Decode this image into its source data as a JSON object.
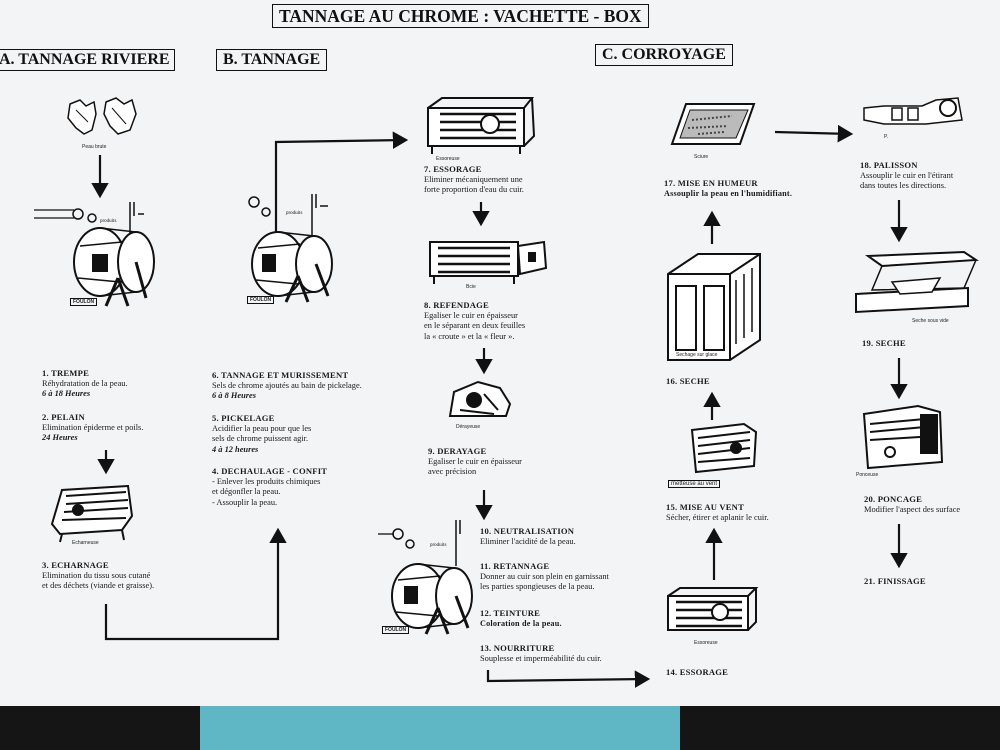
{
  "title": "TANNAGE AU CHROME : VACHETTE - BOX",
  "sections": {
    "a": "A. TANNAGE RIVIERE",
    "b": "B. TANNAGE",
    "c": "C. CORROYAGE"
  },
  "machine_labels": {
    "peau_brute": "Peau brute",
    "produits1": "produits",
    "foulon1": "FOULON",
    "produits2": "produits",
    "foulon2": "FOULON",
    "essoreuse1": "Essoreuse",
    "refendeuse": "Bcie",
    "derayeuse": "Dérayeuse",
    "echarneuse": "Echarneuse",
    "produits3": "produits",
    "foulon3": "FOULON",
    "essoreuse2": "Essoreuse",
    "metteuse": "metteuse au vent",
    "secheur_glace": "Sechage sur glace",
    "sciure": "Sciure",
    "palisson_lbl": "P.",
    "seche_vide": "Seche sous vide",
    "ponceuse": "Ponceuse"
  },
  "steps": {
    "s1": {
      "title": "1. TREMPE",
      "desc": "Réhydratation de la peau.",
      "time": "6 à 18 Heures"
    },
    "s2": {
      "title": "2. PELAIN",
      "desc": "Elimination épiderme et poils.",
      "time": "24 Heures"
    },
    "s3": {
      "title": "3. ECHARNAGE",
      "desc1": "Elimination du tissu sous cutané",
      "desc2": "et des déchets (viande et graisse)."
    },
    "s6": {
      "title": "6. TANNAGE ET MURISSEMENT",
      "desc": "Sels de chrome ajoutés au bain de pickelage.",
      "time": "6 à 8 Heures"
    },
    "s5": {
      "title": "5. PICKELAGE",
      "desc1": "Acidifier la peau pour que les",
      "desc2": "sels de chrome puissent agir.",
      "time": "4 à 12 heures"
    },
    "s4": {
      "title": "4. DECHAULAGE - CONFIT",
      "desc1": "- Enlever les produits chimiques",
      "desc2": "et dégonfler la peau.",
      "desc3": "- Assouplir la peau."
    },
    "s7": {
      "title": "7. ESSORAGE",
      "desc1": "Eliminer mécaniquement une",
      "desc2": "forte proportion d'eau du cuir."
    },
    "s8": {
      "title": "8. REFENDAGE",
      "desc1": "Egaliser le cuir en épaisseur",
      "desc2": "en le séparant en deux feuilles",
      "desc3": "la « croute » et la « fleur »."
    },
    "s9": {
      "title": "9. DERAYAGE",
      "desc1": "Egaliser le cuir en épaisseur",
      "desc2": "avec précision"
    },
    "s10": {
      "title": "10.  NEUTRALISATION",
      "desc": "Eliminer l'acidité de la peau."
    },
    "s11": {
      "title": "11. RETANNAGE",
      "desc1": "Donner au cuir son plein en garnissant",
      "desc2": "les parties spongieuses de la peau."
    },
    "s12": {
      "title": "12. TEINTURE",
      "desc": "Coloration de la peau."
    },
    "s13": {
      "title": "13. NOURRITURE",
      "desc": "Souplesse et imperméabilité du cuir."
    },
    "s14": {
      "title": "14. ESSORAGE"
    },
    "s15": {
      "title": "15. MISE AU VENT",
      "desc": "Sécher, étirer et aplanir le cuir."
    },
    "s16": {
      "title": "16. SECHE"
    },
    "s17": {
      "title": "17. MISE EN HUMEUR",
      "desc": "Assouplir la peau en l'humidifiant."
    },
    "s18": {
      "title": "18. PALISSON",
      "desc1": "Assouplir le cuir en l'étirant",
      "desc2": "dans toutes les directions."
    },
    "s19": {
      "title": "19. SECHE"
    },
    "s20": {
      "title": "20. PONCAGE",
      "desc": "Modifier l'aspect des surface"
    },
    "s21": {
      "title": "21. FINISSAGE"
    }
  }
}
